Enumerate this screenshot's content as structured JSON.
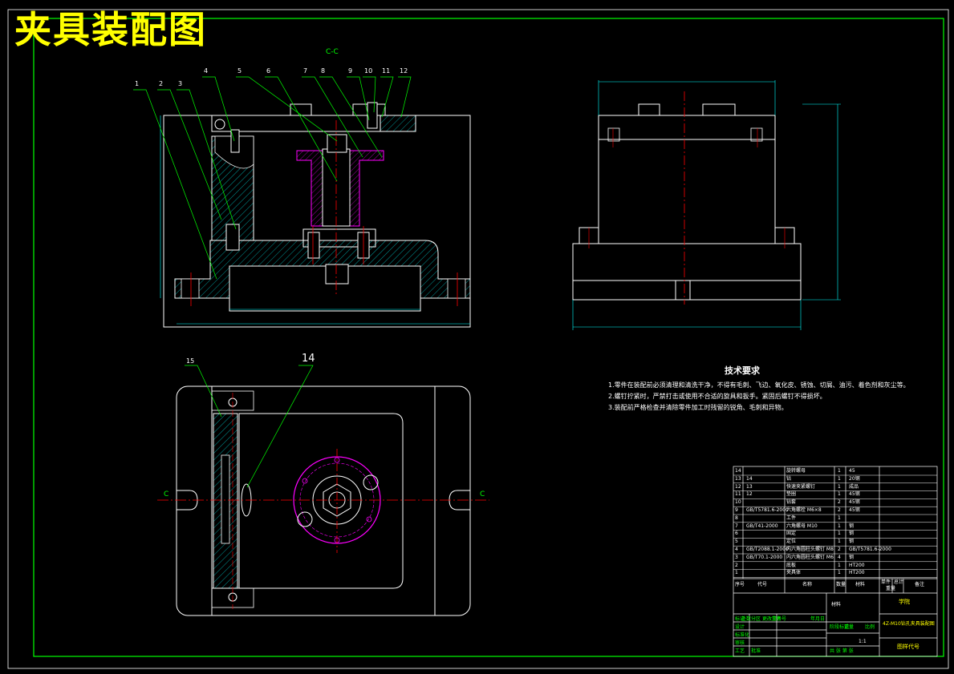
{
  "drawing_title": "夹具装配图",
  "section_label": "C-C",
  "callouts_top": [
    "1",
    "2",
    "3",
    "4",
    "5",
    "6",
    "7",
    "8",
    "9",
    "10",
    "11",
    "12"
  ],
  "callouts_bottom": [
    "15",
    "14"
  ],
  "section_marks": {
    "left": "C",
    "right": "C"
  },
  "tech_requirements": {
    "title": "技术要求",
    "items": [
      "1.零件在装配前必须清理和清洗干净，不得有毛刺、飞边、氧化皮、锈蚀、切屑、油污、着色剂和灰尘等。",
      "2.螺钉拧紧时，严禁打击或使用不合适的旋具和扳手。紧固后螺钉不得损坏。",
      "3.装配前严格检查并清除零件加工时残留的锐角、毛刺和异物。"
    ]
  },
  "parts_list": [
    {
      "no": "14",
      "code": "",
      "name": "旋转螺母",
      "qty": "1",
      "mat": "45"
    },
    {
      "no": "13",
      "code": "14",
      "name": "钻",
      "qty": "1",
      "mat": "20钢"
    },
    {
      "no": "12",
      "code": "13",
      "name": "快速夹紧螺钉",
      "qty": "1",
      "mat": "成品"
    },
    {
      "no": "11",
      "code": "12",
      "name": "垫圈",
      "qty": "1",
      "mat": "45钢"
    },
    {
      "no": "10",
      "code": "",
      "name": "钻套",
      "qty": "2",
      "mat": "45钢"
    },
    {
      "no": "9",
      "code": "GB/T5781.6-2000",
      "name": "六角螺栓 M6×8",
      "qty": "2",
      "mat": "45钢"
    },
    {
      "no": "8",
      "code": "",
      "name": "工件",
      "qty": "1",
      "mat": ""
    },
    {
      "no": "7",
      "code": "GB/T41-2000",
      "name": "六角螺母 M10",
      "qty": "1",
      "mat": "钢"
    },
    {
      "no": "6",
      "code": "",
      "name": "固定",
      "qty": "1",
      "mat": "钢"
    },
    {
      "no": "5",
      "code": "",
      "name": "定位",
      "qty": "1",
      "mat": "钢"
    },
    {
      "no": "4",
      "code": "GB/T2088.1-2000",
      "name": "内六角圆柱头螺钉 M8",
      "qty": "2",
      "mat": "GB/T5781.6-2000"
    },
    {
      "no": "3",
      "code": "GB/T70.1-2000",
      "name": "内六角圆柱头螺钉 M6",
      "qty": "4",
      "mat": "钢"
    },
    {
      "no": "2",
      "code": "",
      "name": "底板",
      "qty": "1",
      "mat": "HT200"
    },
    {
      "no": "1",
      "code": "",
      "name": "夹具体",
      "qty": "1",
      "mat": "HT200"
    }
  ],
  "parts_header": {
    "no": "序号",
    "code": "代号",
    "name": "名称",
    "qty": "数量",
    "mat": "材料",
    "unit": "单件",
    "total": "总计",
    "weight": "重量",
    "remark": "备注"
  },
  "title_block": {
    "material": "材料",
    "school": "学院",
    "drawing_name": "4Z-M10钻孔夹具装配图",
    "drawing_code": "图样代号",
    "scale": "1:1",
    "labels": [
      "标记",
      "处数",
      "分区",
      "更改文件号",
      "签名",
      "年月日",
      "设计",
      "标准化",
      "审核",
      "工艺",
      "批准",
      "阶段标记",
      "重量",
      "比例",
      "共 张 第 张"
    ]
  },
  "colors": {
    "background": "#000000",
    "border": "#00ff00",
    "part_outline": "#ffffff",
    "centerline": "#ff0000",
    "dimension": "#00ffff",
    "hatch": "#00ffff",
    "callout": "#00ff00",
    "workpiece": "#ff00ff",
    "title": "#ffff00"
  }
}
